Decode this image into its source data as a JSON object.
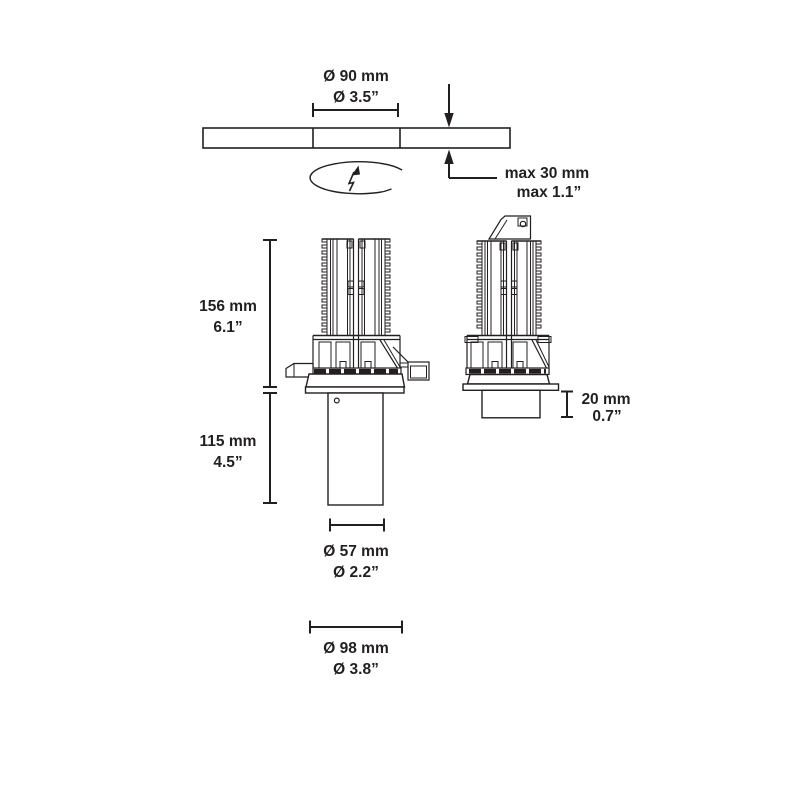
{
  "page": {
    "background": "#ffffff",
    "line_color": "#231f20",
    "kind": "technical-dimension-drawing",
    "subject": "recessed adjustable ceiling spotlight - installation dimensions"
  },
  "icons": {
    "rotation": "elliptical-rotation-arrow"
  },
  "diagram": {
    "dimensions": {
      "cutout": {
        "mm": "Ø 90 mm",
        "inch": "Ø 3.5”"
      },
      "ceiling_thickness": {
        "mm": "max 30 mm",
        "inch": "max 1.1”"
      },
      "housing_height": {
        "mm": "156 mm",
        "inch": "6.1”"
      },
      "recess_depth": {
        "mm": "115 mm",
        "inch": "4.5”"
      },
      "collar_height": {
        "mm": "20 mm",
        "inch": "0.7”"
      },
      "cylinder_diameter": {
        "mm": "Ø 57 mm",
        "inch": "Ø 2.2”"
      },
      "trim_diameter": {
        "mm": "Ø 98 mm",
        "inch": "Ø 3.8”"
      }
    }
  }
}
